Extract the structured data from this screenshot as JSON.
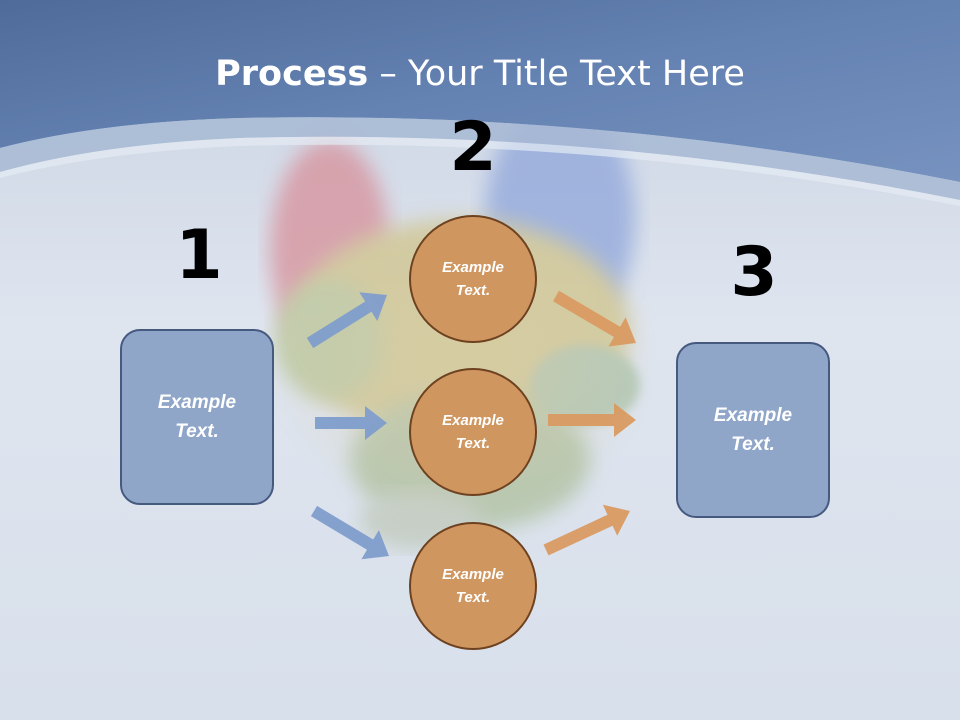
{
  "title": {
    "bold": "Process",
    "separator": " – ",
    "rest": "Your Title Text Here"
  },
  "steps": [
    {
      "number": "1",
      "text": "Example Text."
    },
    {
      "number": "2",
      "items": [
        "Example Text.",
        "Example Text.",
        "Example Text."
      ]
    },
    {
      "number": "3",
      "text": "Example Text."
    }
  ],
  "colors": {
    "header_blue": "#6a86b3",
    "box_fill": "#8fa6c9",
    "box_border": "#465a80",
    "circle_fill": "#cf9660",
    "circle_border": "#6e4220",
    "blue_arrow": "#7f9dcc",
    "orange_arrow": "#d99a62"
  },
  "icons": [
    "arrow-right-icon"
  ]
}
